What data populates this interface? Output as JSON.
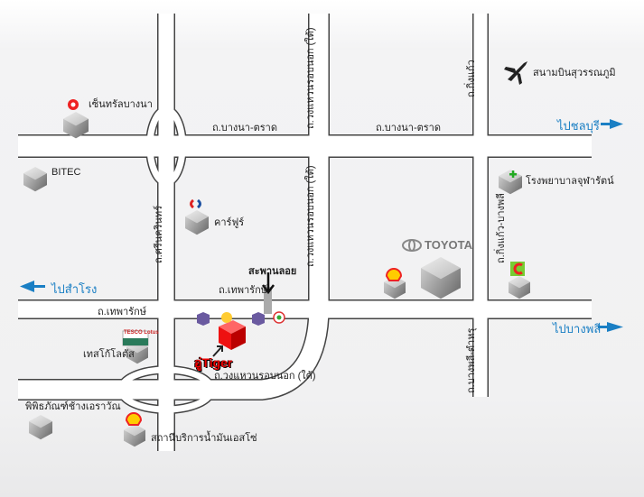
{
  "roads": {
    "bangna_trad_west": "ถ.บางนา-ตราด",
    "bangna_trad_east": "ถ.บางนา-ตราด",
    "ring_road_north": "ถ.วงแหวนรอบนอก (ใต้)",
    "ring_road_middle": "ถ.วงแหวนรอบนอก (ใต้)",
    "ring_road_south": "ถ.วงแหวนรอบนอก (ใต้)",
    "srinakarin": "ถ.ศรีนครินทร์",
    "kingkaew": "ถ.กิ่งแก้ว",
    "kingkaew_bangphli": "ถ.กิ่งแก้ว-บางพลี",
    "bangphli_tamru": "ถ.บางพลี-ตำหรุ",
    "theparak_main": "ถ.เทพารักษ์",
    "theparak_overpass": "ถ.เทพารักษ์"
  },
  "landmarks": {
    "central": "เซ็นทรัลบางนา",
    "bitec": "BITEC",
    "carrefour": "คาร์ฟูร์",
    "airport": "สนามบินสุวรรณภูมิ",
    "hospital": "โรงพยาบาลจุฬารัตน์",
    "toyota": "TOYOTA",
    "tesco": "เทสโก้โลตัส",
    "tesco_logo": "TESCO Lotus",
    "museum": "พิพิธภัณฑ์ช้างเอราวัณ",
    "esso": "สถานีบริการน้ำมันเอสโซ่",
    "overpass": "สะพานลอย",
    "destination": "อู่Tiger"
  },
  "directions": {
    "chonburi": "ไปชลบุรี",
    "samrong": "ไปสำโรง",
    "bangphli": "ไปบางพลี"
  },
  "colors": {
    "direction": "#1a7fc4",
    "destination": "#ee0000",
    "road_edge": "#444444"
  }
}
